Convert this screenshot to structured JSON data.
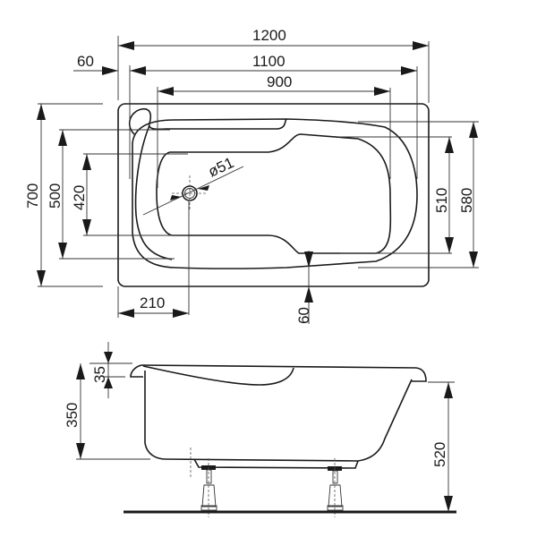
{
  "drawing": {
    "title": "Bathtub technical drawing",
    "units": "mm",
    "top_view": {
      "dimensions": {
        "overall_length": "1200",
        "inner_length": "1100",
        "basin_length": "900",
        "rim_offset_left": "60",
        "overall_width": "700",
        "inner_width_left": "500",
        "basin_width_left": "420",
        "inner_width_right": "510",
        "outer_inner_width_right": "580",
        "drain_offset": "210",
        "rim_offset_bottom": "60",
        "drain_diameter": "ø51"
      }
    },
    "side_view": {
      "dimensions": {
        "depth": "350",
        "rim_height": "35",
        "total_height": "520"
      }
    }
  }
}
